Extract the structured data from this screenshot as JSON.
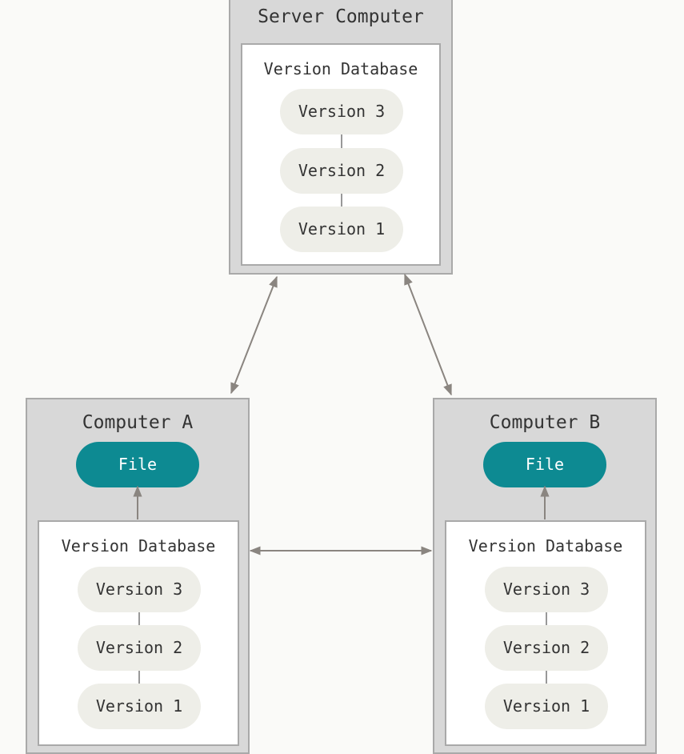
{
  "server": {
    "title": "Server Computer",
    "db_title": "Version Database",
    "versions": [
      "Version 3",
      "Version 2",
      "Version 1"
    ]
  },
  "computer_a": {
    "title": "Computer A",
    "file_label": "File",
    "db_title": "Version Database",
    "versions": [
      "Version 3",
      "Version 2",
      "Version 1"
    ]
  },
  "computer_b": {
    "title": "Computer B",
    "file_label": "File",
    "db_title": "Version Database",
    "versions": [
      "Version 3",
      "Version 2",
      "Version 1"
    ]
  },
  "colors": {
    "background": "#fafaf8",
    "box_fill": "#d8d8d8",
    "box_border": "#a9a9a9",
    "file_fill": "#0d8a92",
    "version_fill": "#eeeee8",
    "arrow": "#8a8580"
  }
}
